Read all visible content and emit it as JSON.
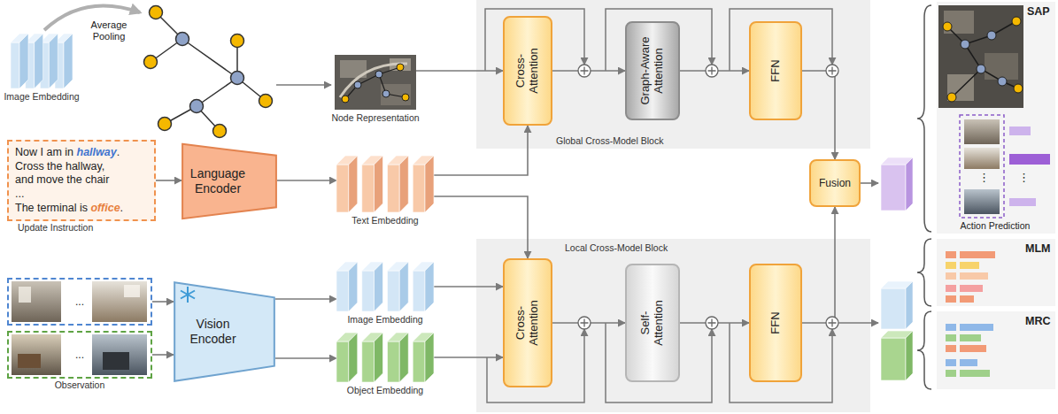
{
  "diagram": {
    "nodes": [
      {
        "text": [
          "Image Embedding"
        ]
      },
      {
        "text": [
          "Node Representation"
        ]
      },
      {
        "text": [
          "Global Cross-Model Block"
        ]
      },
      {
        "text": [
          "Cross-Attention"
        ],
        "in": 2
      },
      {
        "text": [
          "Graph-Aware Attention"
        ],
        "in": 2
      },
      {
        "text": [
          "FFN"
        ],
        "in": 2
      },
      {
        "text": [
          "Now I am in",
          "hallway",
          ".",
          "Cross the hallway, and move the chair",
          "...",
          "The terminal is",
          "office",
          ".",
          "Update Instruction"
        ]
      },
      {
        "text": [
          "Language Encoder"
        ]
      },
      {
        "text": [
          "Text Embedding"
        ]
      },
      {
        "text": [
          "Fusion"
        ]
      },
      {
        "text": [
          "..."
        ]
      },
      {
        "text": [
          "...",
          "Observation"
        ]
      },
      {
        "text": [
          "Vision Encoder"
        ]
      },
      {
        "text": [
          "Image Embedding"
        ]
      },
      {
        "text": [
          "Object Embedding"
        ]
      },
      {
        "text": [
          "Local Cross-Model Block"
        ]
      },
      {
        "text": [
          "Cross-Attention"
        ],
        "in": 15
      },
      {
        "text": [
          "Self-Attention"
        ],
        "in": 15
      },
      {
        "text": [
          "FFN"
        ],
        "in": 15
      }
    ],
    "edges": [
      {
        "from": 1,
        "to": 3,
        "arrow": "to"
      },
      {
        "from": 3,
        "to": 4,
        "arrow": "to"
      },
      {
        "from": 4,
        "to": 5,
        "arrow": "to"
      },
      {
        "from": 5,
        "to": 9,
        "arrow": "to"
      },
      {
        "from": 8,
        "to": 3,
        "arrow": "to"
      },
      {
        "from": 8,
        "to": 16,
        "arrow": "to"
      },
      {
        "from": 18,
        "to": 9,
        "arrow": "to"
      },
      {
        "from": 16,
        "to": 17,
        "arrow": "to"
      },
      {
        "from": 17,
        "to": 18,
        "arrow": "to"
      },
      {
        "from": 6,
        "to": 7,
        "arrow": "to"
      },
      {
        "from": 7,
        "to": 8,
        "arrow": "to"
      },
      {
        "from": 10,
        "to": 12,
        "arrow": "to"
      },
      {
        "from": 11,
        "to": 12,
        "arrow": "to"
      },
      {
        "from": 12,
        "to": 13,
        "arrow": "to"
      },
      {
        "from": 12,
        "to": 14,
        "arrow": "to"
      },
      {
        "from": 13,
        "to": 16,
        "arrow": "to"
      },
      {
        "from": 14,
        "to": 16,
        "arrow": "to"
      }
    ],
    "labels": [
      "Average Pooling",
      "SAP",
      "⋮",
      "⋮",
      "Action Prediction",
      "MLM",
      "MRC"
    ]
  }
}
